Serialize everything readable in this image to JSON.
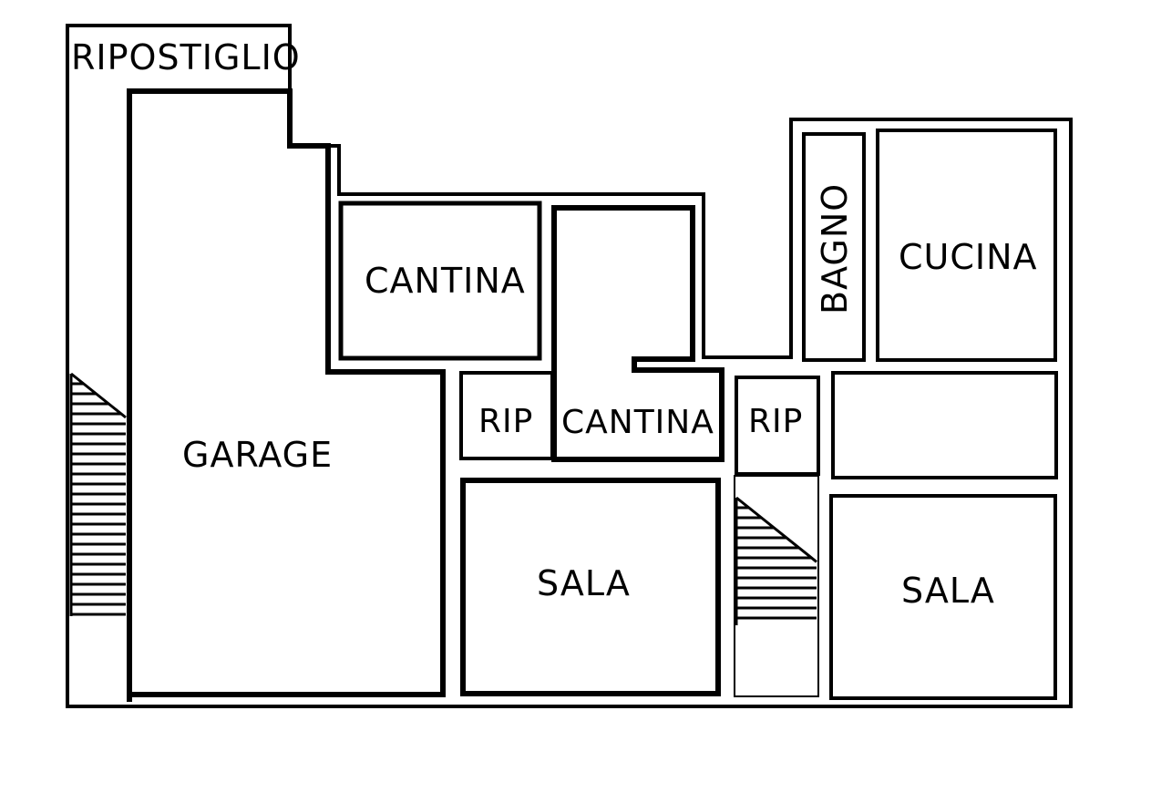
{
  "rooms": {
    "ripostiglio": "RIPOSTIGLIO",
    "garage": "GARAGE",
    "cantina_top": "CANTINA",
    "cantina_mid": "CANTINA",
    "rip_left": "RIP",
    "rip_right": "RIP",
    "sala_left": "SALA",
    "sala_right": "SALA",
    "bagno": "BAGNO",
    "cucina": "CUCINA"
  },
  "colors": {
    "wall": "#000000",
    "background": "#ffffff"
  }
}
